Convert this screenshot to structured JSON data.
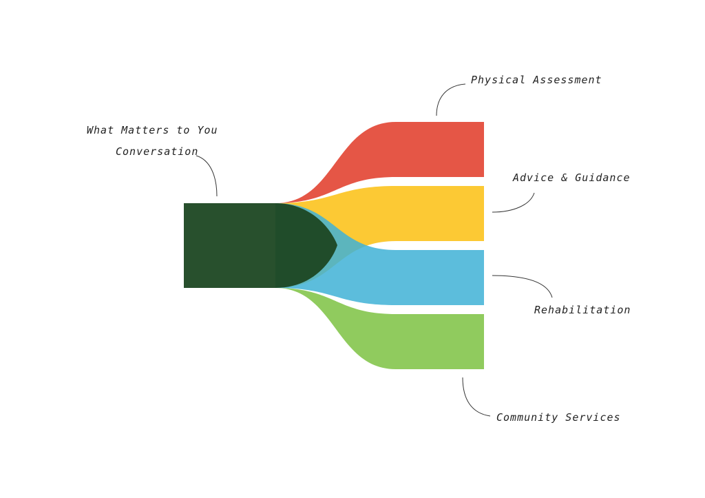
{
  "source": {
    "label_line1": "What Matters to You",
    "label_line2": "Conversation",
    "color": "#1c4722"
  },
  "targets": [
    {
      "label": "Physical Assessment",
      "color": "#e13826"
    },
    {
      "label": "Advice & Guidance",
      "color": "#fbbf10"
    },
    {
      "label": "Rehabilitation",
      "color": "#40b1d6"
    },
    {
      "label": "Community Services",
      "color": "#7dc242"
    }
  ]
}
